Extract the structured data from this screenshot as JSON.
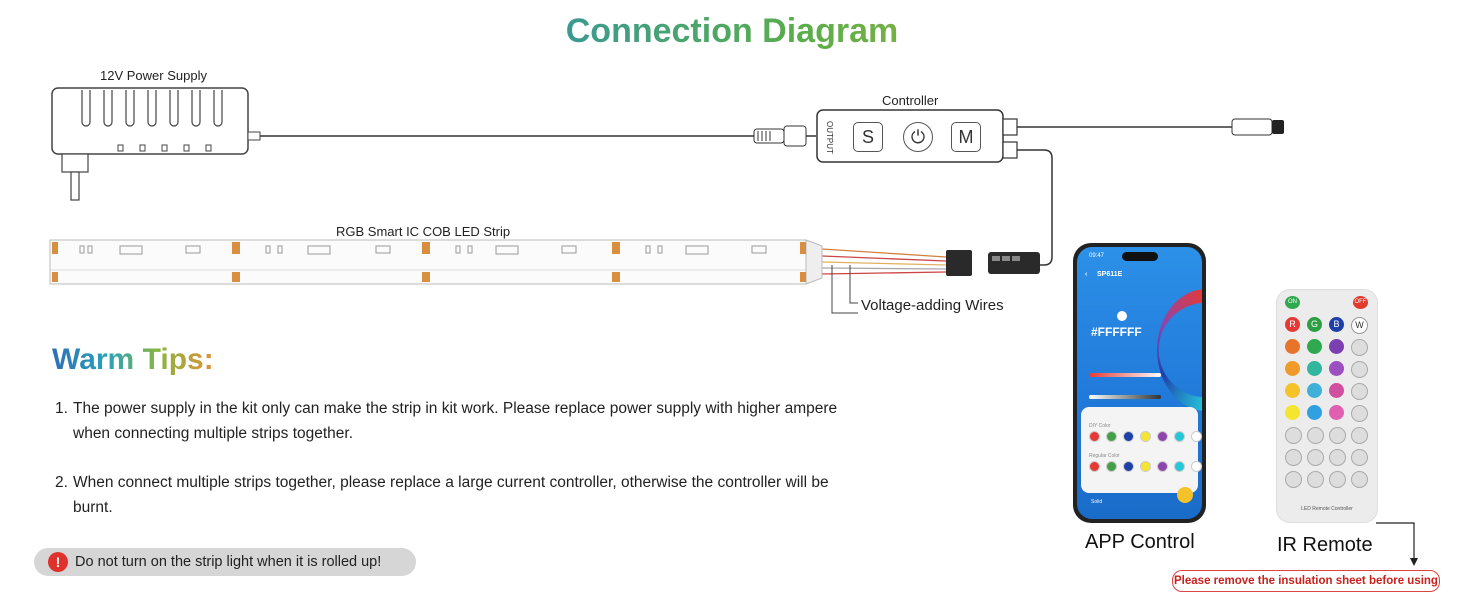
{
  "title": "Connection Diagram",
  "labels": {
    "power_supply": "12V Power Supply",
    "controller": "Controller",
    "controller_output": "OUTPUT",
    "led_strip": "RGB Smart IC COB LED Strip",
    "voltage_wires": "Voltage-adding Wires",
    "app_control": "APP Control",
    "ir_remote": "IR Remote"
  },
  "controller_buttons": [
    "S",
    "⏻",
    "M"
  ],
  "tips": {
    "heading": "Warm Tips:",
    "items": [
      {
        "num": "1.",
        "line1": "The power supply in the kit only can make the strip in kit work. Please replace power supply with higher ampere",
        "line2": "when connecting multiple strips together."
      },
      {
        "num": "2.",
        "line1": "When connect multiple strips together, please replace a large current controller, otherwise the controller will be",
        "line2": "burnt."
      }
    ]
  },
  "warning": {
    "icon": "!",
    "text": "Do not turn on the strip light when it is rolled up!"
  },
  "note": "Please remove the insulation sheet before using",
  "phone": {
    "time": "09:47",
    "app_name": "SP611E",
    "color_hex": "#FFFFFF",
    "diy_label": "DIY Color",
    "regular_label": "Regular Color",
    "tab_label": "Solid",
    "swatches": [
      "#e53935",
      "#43a047",
      "#1e3fa8",
      "#f4e531",
      "#8e44ad",
      "#26c6da",
      "#ffffff"
    ]
  },
  "remote": {
    "on_label": "ON",
    "off_label": "OFF",
    "rgbw": [
      "R",
      "G",
      "B",
      "W"
    ],
    "caption": "LED Remote Controller",
    "on_color": "#2fa84f",
    "off_color": "#e03a2c"
  }
}
